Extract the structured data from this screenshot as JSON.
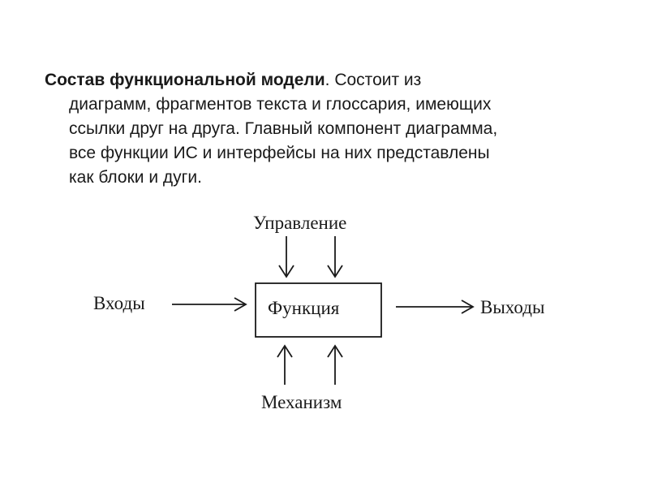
{
  "paragraph": {
    "lead": "Состав функциональной модели",
    "line1_rest": ". Состоит из",
    "line2": "диаграмм, фрагментов текста и глоссария, имеющих",
    "line3": "ссылки друг на друга. Главный компонент диаграмма,",
    "line4": "все функции ИС и интерфейсы на них представлены",
    "line5": "как блоки и дуги."
  },
  "diagram": {
    "control_label": "Управление",
    "input_label": "Входы",
    "function_label": "Функция",
    "output_label": "Выходы",
    "mechanism_label": "Механизм",
    "stroke_color": "#1a1a1a"
  }
}
